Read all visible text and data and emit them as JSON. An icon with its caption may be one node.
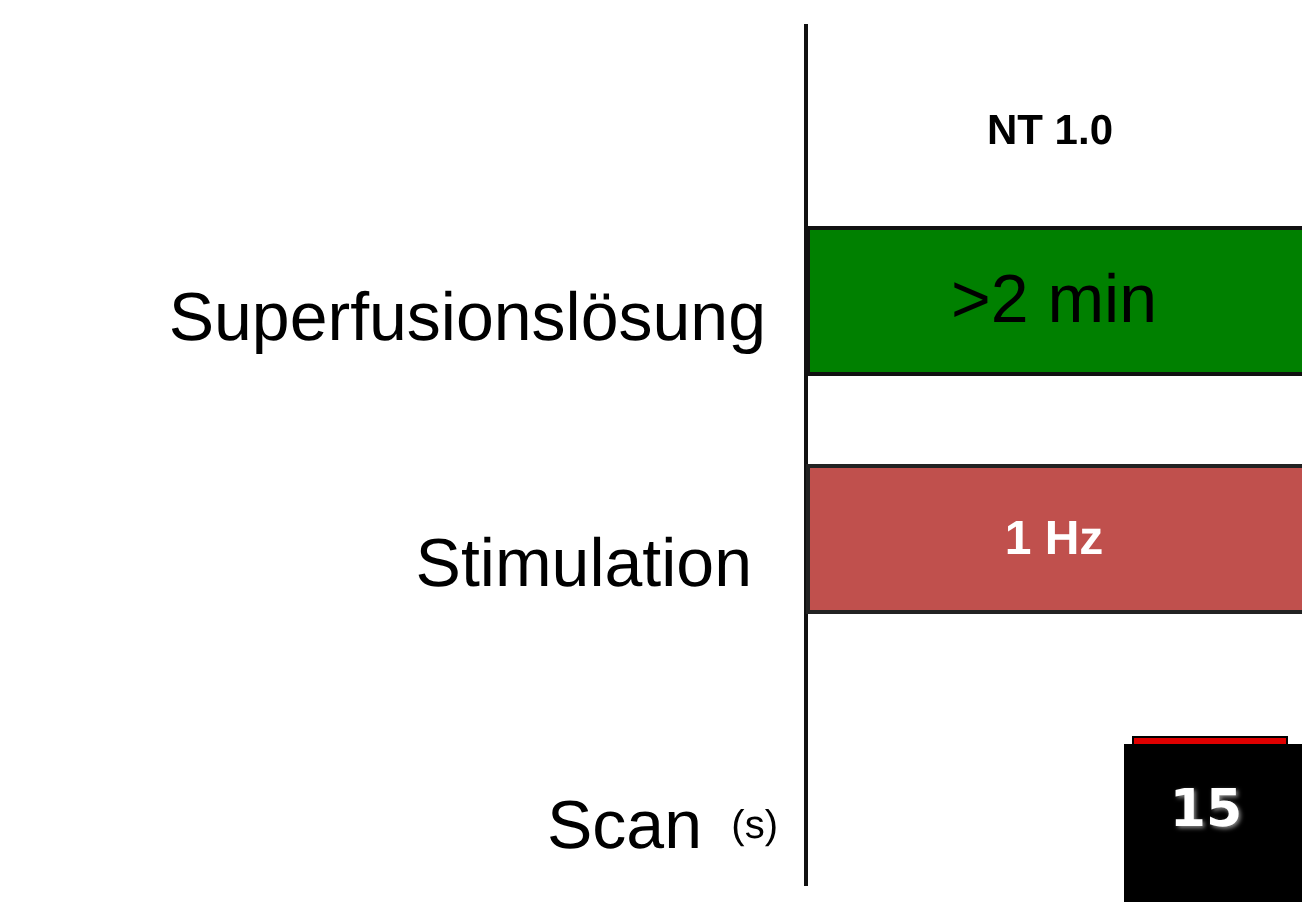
{
  "diagram": {
    "nodes": [
      {
        "text": [
          ">2 min"
        ]
      },
      {
        "text": [
          "1 Hz"
        ]
      },
      {
        "text": [
          "15"
        ]
      }
    ],
    "labels": [
      "NT 1.0",
      "Superfusionslösung",
      "Stimulation",
      "Scan",
      "(s)"
    ]
  }
}
